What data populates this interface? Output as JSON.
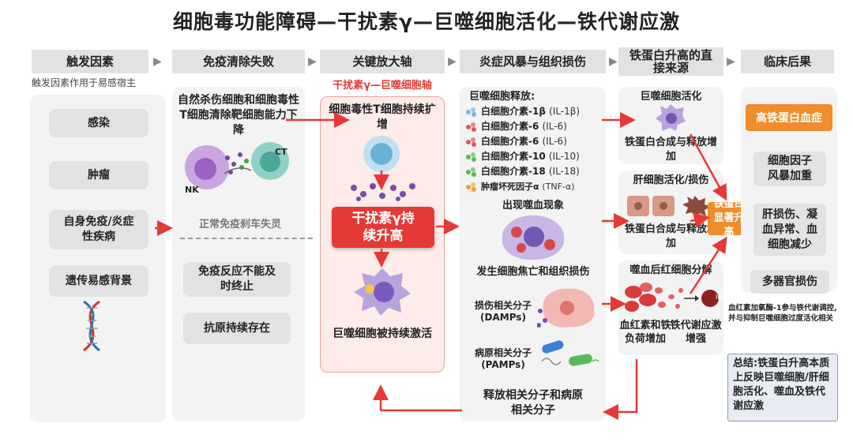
{
  "title": "细胞毒功能障碍—干扰素γ—巨噬细胞活化—铁代谢应激",
  "headers": {
    "h1": "触发因素",
    "h2": "免疫清除失败",
    "h3": "关键放大轴",
    "h4": "炎症风暴与组织损伤",
    "h5": "铁蛋白升高的直接来源",
    "h6": "临床后果"
  },
  "col1": {
    "subtitle": "触发因素作用于易感宿主",
    "items": [
      "感染",
      "肿瘤",
      "自身免疫/炎症性疾病",
      "遗传易感背景"
    ]
  },
  "col2": {
    "text": "自然杀伤细胞和细胞毒性T细胞清除靶细胞能力下降",
    "nk_label": "NK",
    "ct_label": "CT",
    "brake_label": "正常免疫刹车失灵",
    "box1": "免疫反应不能及时终止",
    "box2": "抗原持续存在"
  },
  "col3": {
    "axis_label": "干扰素γ—巨噬细胞轴",
    "t_cell_text": "细胞毒性T细胞持续扩增",
    "ifn_text": "干扰素γ持续升高",
    "mac_text": "巨噬细胞被持续激活"
  },
  "col4": {
    "release_title": "巨噬细胞释放:",
    "cytokines": [
      {
        "name": "白细胞介素-1β",
        "abbr": "(IL-1β)"
      },
      {
        "name": "白细胞介素-6",
        "abbr": "(IL-6)"
      },
      {
        "name": "白细胞介素-6",
        "abbr": "(IL-6)"
      },
      {
        "name": "白细胞介素-10",
        "abbr": "(IL-10)"
      },
      {
        "name": "白细胞介素-18",
        "abbr": "(IL-18)"
      },
      {
        "name": "肿瘤坏死因子α",
        "abbr": "(TNF-α)"
      }
    ],
    "hemophago": "出现噬血现象",
    "pyroptosis": "发生细胞焦亡和组织损伤",
    "damps": "损伤相关分子(DAMPs)",
    "pamps": "病原相关分子(PAMPs)",
    "release_mol": "释放相关分子和病原相关分子"
  },
  "col5": {
    "mac_act": "巨噬细胞活化",
    "ferritin1": "铁蛋白合成与释放增加",
    "liver": "肝细胞活化/损伤",
    "ferritin2": "铁蛋白合成与释放增加",
    "rbc": "噬血后红细胞分解",
    "iron_icon": "Iro",
    "heme": "血红素和铁负荷增加",
    "iron_stress": "铁代谢应激增强",
    "ferritin_up": "铁蛋白显著升高"
  },
  "col6": {
    "hyperferritin": "高铁蛋白血症",
    "storm": "细胞因子风暴加重",
    "organ": "肝损伤、凝血异常、血细胞减少",
    "multi": "多器官损伤",
    "ho1_note": "血红素加氧酶-1参与铁代谢调控,并与抑制巨噬细胞过度活化相关",
    "summary": "总结:铁蛋白升高本质上反映巨噬细胞/肝细胞活化、噬血及铁代谢应激"
  },
  "colors": {
    "red": "#e53935",
    "orange": "#f08c2a",
    "panel": "#f3f3f3",
    "header": "#e2e2e2"
  },
  "cytokine_colors": [
    [
      "#7ab3e6",
      "#9cc6ee"
    ],
    [
      "#e05858",
      "#f08080"
    ],
    [
      "#e05858",
      "#f08080"
    ],
    [
      "#5bb85b",
      "#82cf82"
    ],
    [
      "#5bb85b",
      "#82cf82"
    ],
    [
      "#f0a030",
      "#f5c060"
    ]
  ],
  "icons": [
    "dna-icon",
    "nk-cell-icon",
    "t-cell-icon",
    "macrophage-icon",
    "rbc-icon",
    "liver-cell-icon",
    "bacteria-icon",
    "arrow-icon"
  ]
}
